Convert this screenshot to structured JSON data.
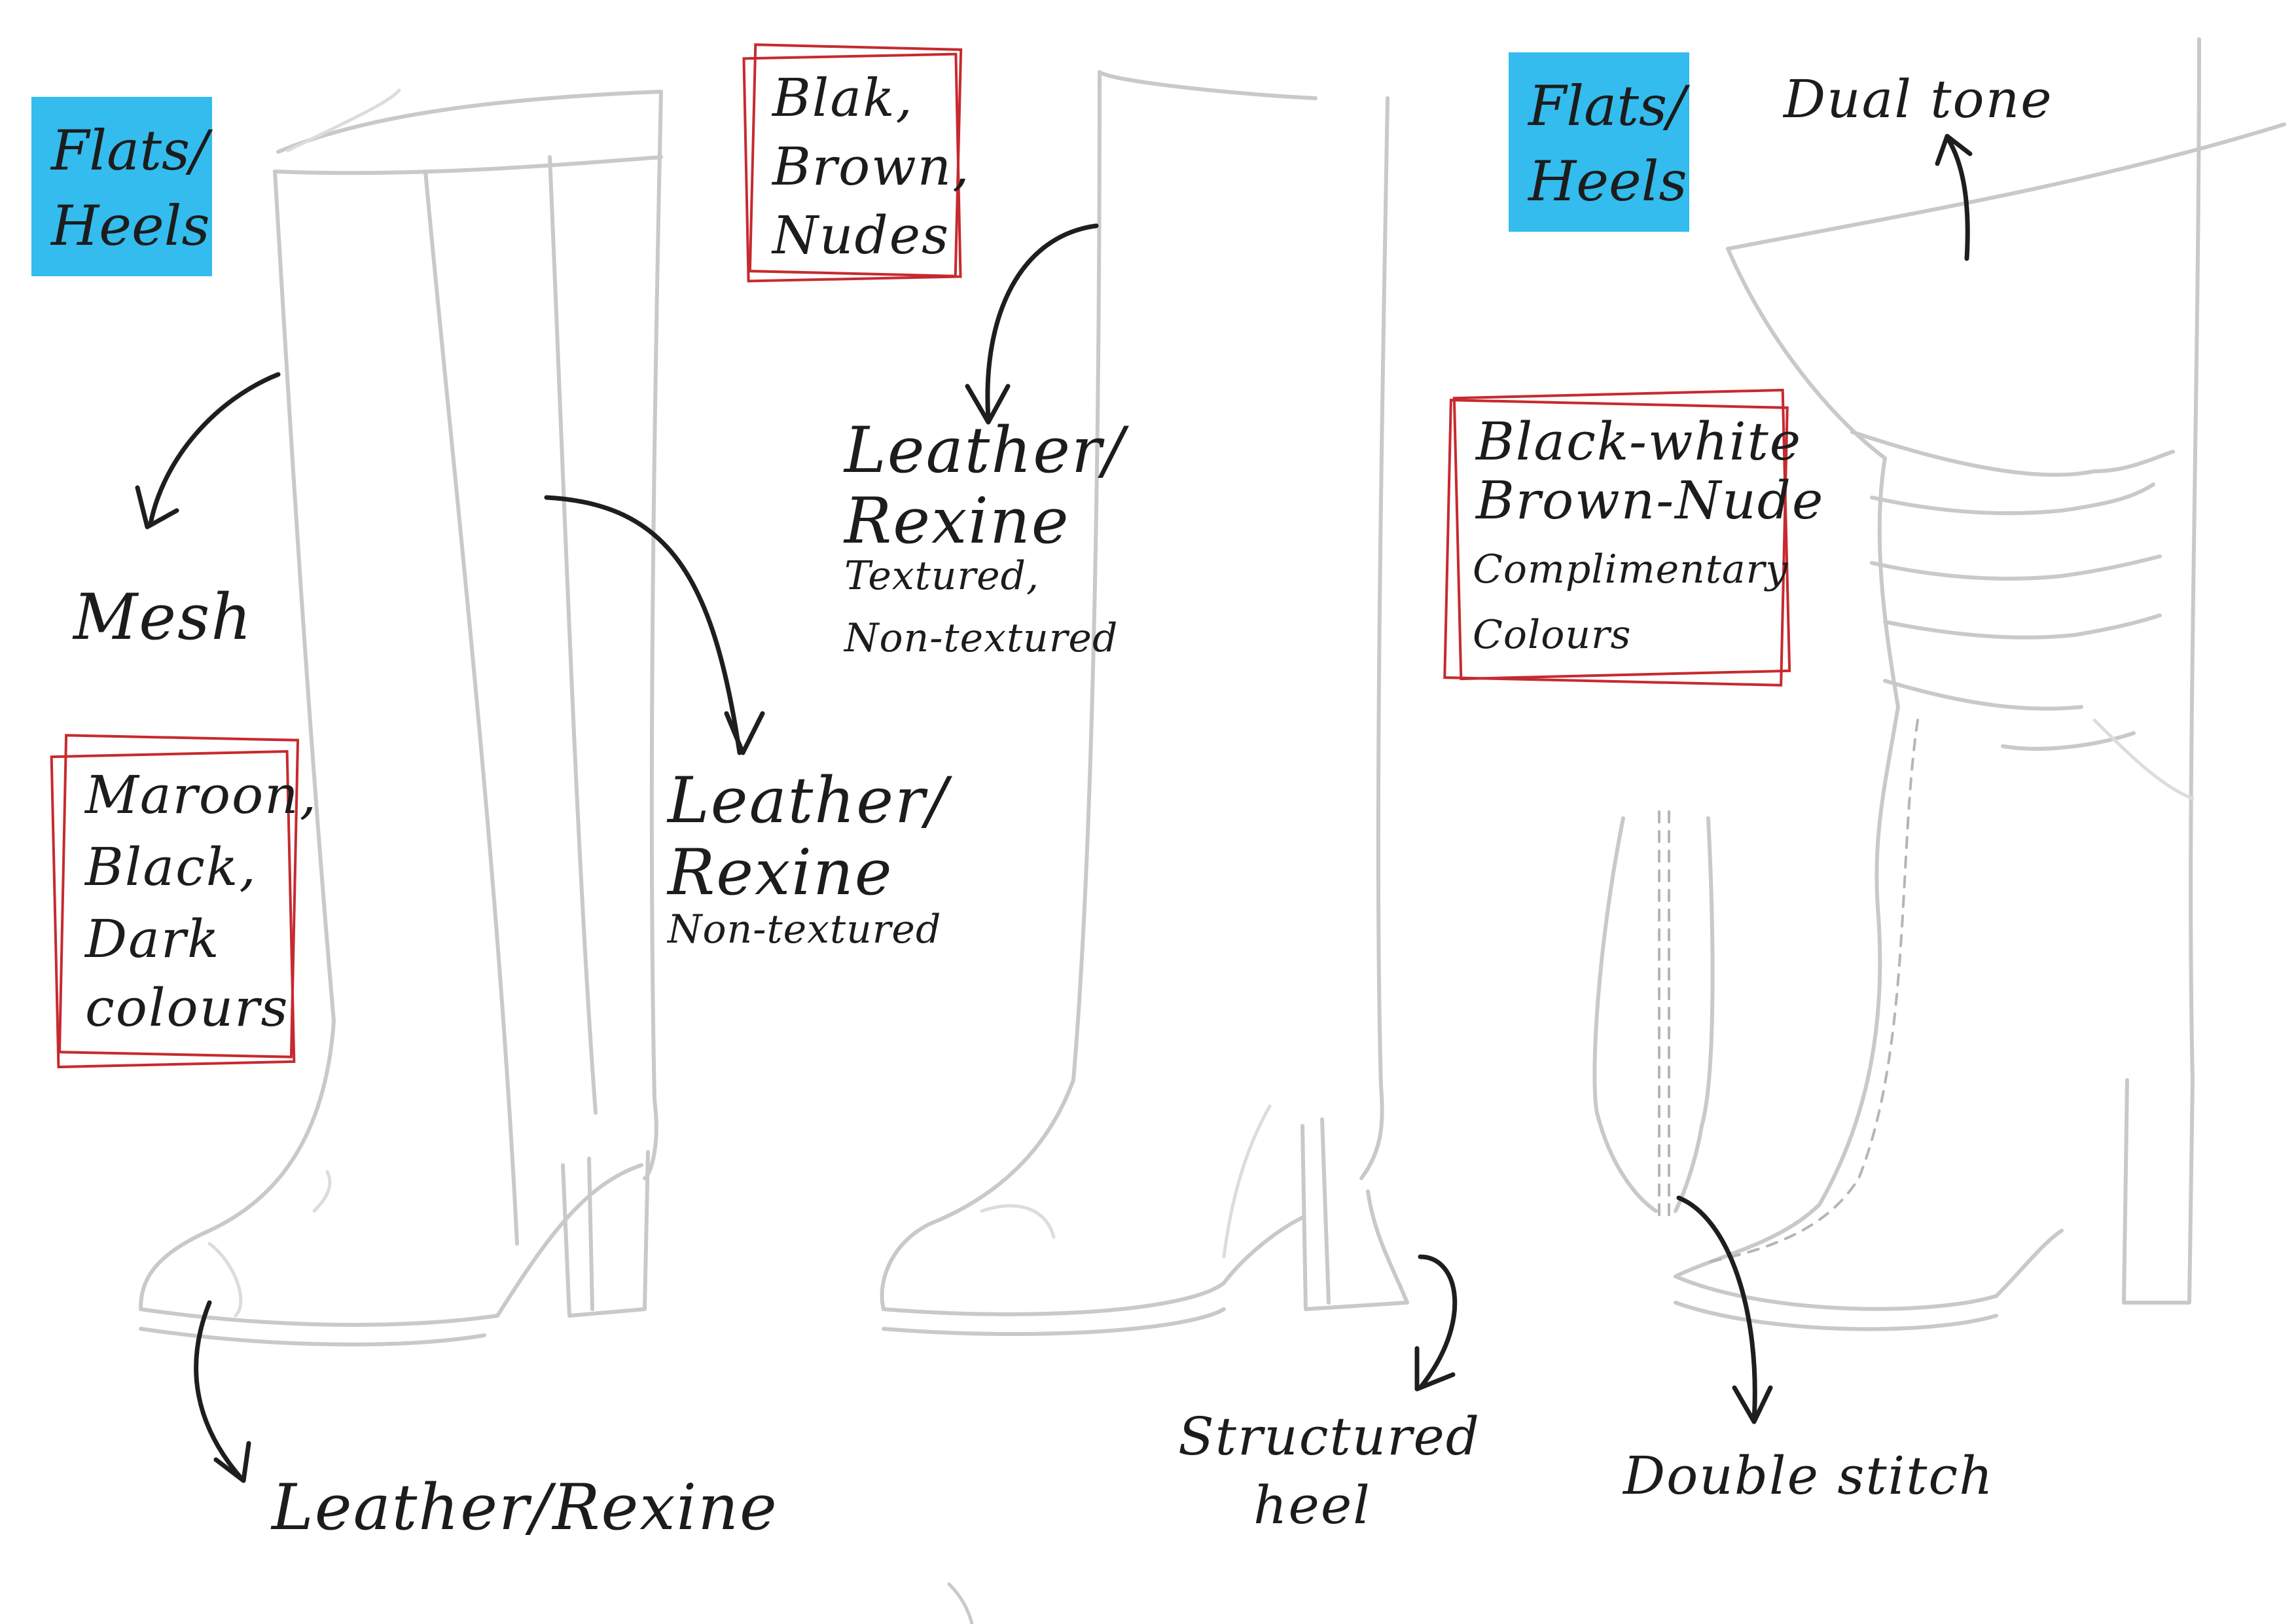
{
  "tags": [
    {
      "line1": "Flats/",
      "line2": "Heels"
    },
    {
      "line1": "Flats/",
      "line2": "Heels"
    }
  ],
  "boot1": {
    "material_top": "Mesh",
    "colours": [
      "Maroon,",
      "Black,",
      "Dark",
      "colours"
    ],
    "shaft_material": {
      "line1": "Leather/",
      "line2": "Rexine",
      "note": "Non-textured"
    },
    "toe_material": "Leather/Rexine"
  },
  "boot2": {
    "colours": [
      "Blak,",
      "Brown,",
      "Nudes"
    ],
    "material": {
      "line1": "Leather/",
      "line2": "Rexine",
      "note1": "Textured,",
      "note2": "Non-textured"
    },
    "heel": {
      "line1": "Structured",
      "line2": "heel"
    }
  },
  "boot3": {
    "top": "Dual tone",
    "colours": {
      "line1": "Black-white",
      "line2": "Brown-Nude",
      "line3": "Complimentary",
      "line4": "Colours"
    },
    "stitch": "Double stitch"
  },
  "colors": {
    "tag": "#33bced",
    "box": "#c62a2f",
    "sketch": "#c9c9c9",
    "ink": "#1e1e1e"
  }
}
